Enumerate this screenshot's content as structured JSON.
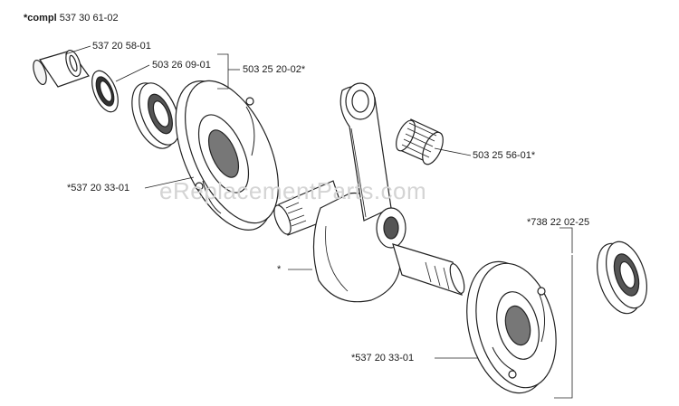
{
  "diagram": {
    "watermark": "eReplacementParts.com",
    "labels": {
      "compl_prefix": "*compl",
      "compl_number": "537 30 61-02",
      "sleeve": "537 20 58-01",
      "seal": "503 26 09-01",
      "bearing_kit": "503 25 20-02*",
      "needle_bearing": "503 25 56-01*",
      "crankcase_half_left": "*537 20 33-01",
      "bearing_right": "*738 22 02-25",
      "crankshaft": "*",
      "crankcase_half_right": "*537 20 33-01"
    }
  }
}
